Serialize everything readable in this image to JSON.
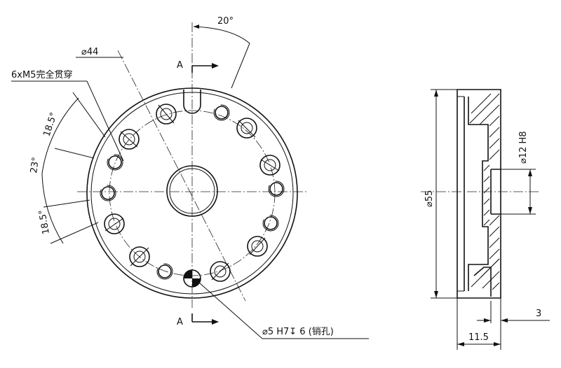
{
  "drawing": {
    "section_label_top": "A",
    "section_label_bottom": "A",
    "angle_20": "20°",
    "dia_44": "⌀44",
    "thread_note": "6xM5完全贯穿",
    "angle_18_5_top": "18.5°",
    "angle_23": "23°",
    "angle_18_5_bottom": "18.5°",
    "pin_hole_note": "⌀5 H7↧ 6 (销孔)",
    "dia_55": "⌀55",
    "dia_12": "⌀12 H8",
    "dim_3": "3",
    "dim_11_5": "11.5"
  }
}
